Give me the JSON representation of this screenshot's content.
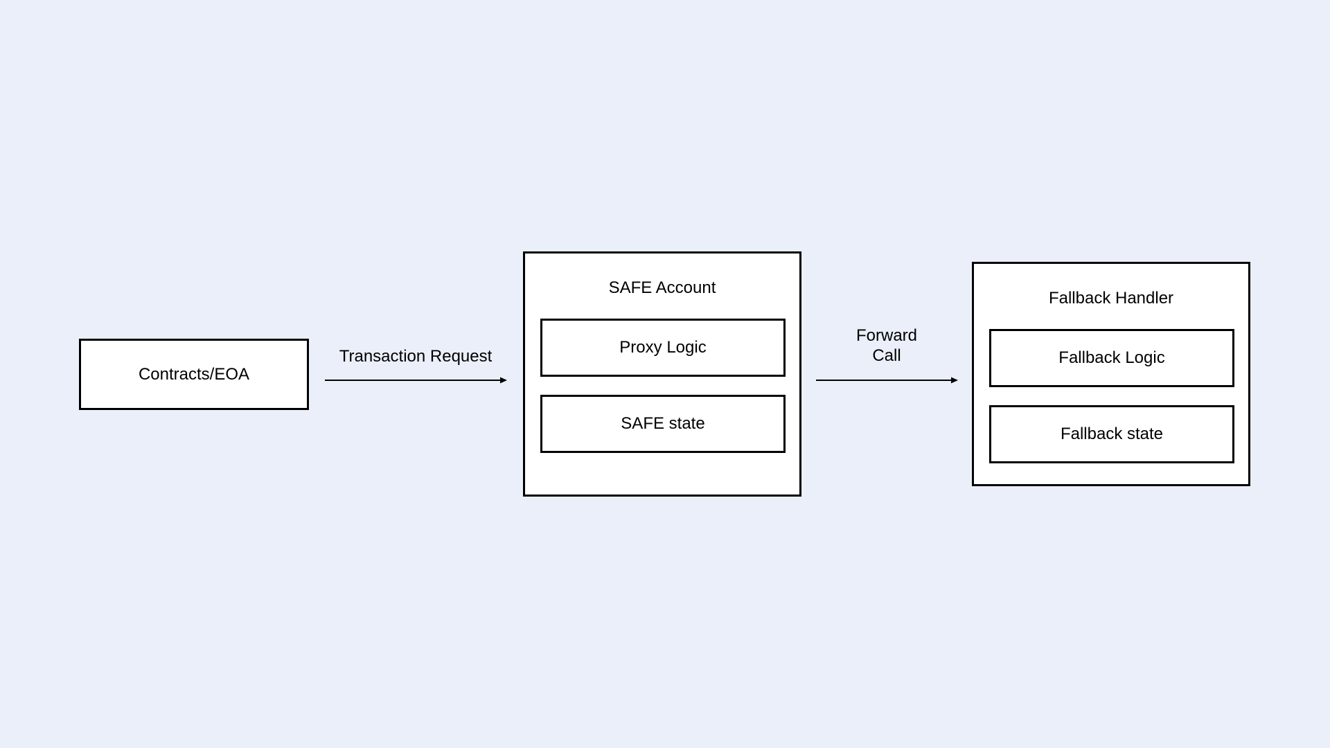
{
  "diagram": {
    "nodes": {
      "source": {
        "label": "Contracts/EOA"
      },
      "safe_account": {
        "title": "SAFE Account",
        "children": [
          {
            "label": "Proxy Logic"
          },
          {
            "label": "SAFE state"
          }
        ]
      },
      "fallback_handler": {
        "title": "Fallback Handler",
        "children": [
          {
            "label": "Fallback Logic"
          },
          {
            "label": "Fallback state"
          }
        ]
      }
    },
    "edges": [
      {
        "from": "source",
        "to": "safe_account",
        "label": "Transaction Request"
      },
      {
        "from": "safe_account",
        "to": "fallback_handler",
        "label_lines": [
          "Forward",
          "Call"
        ]
      }
    ],
    "colors": {
      "background": "#ebeffa",
      "box_fill": "#ffffff",
      "stroke": "#000000"
    }
  }
}
